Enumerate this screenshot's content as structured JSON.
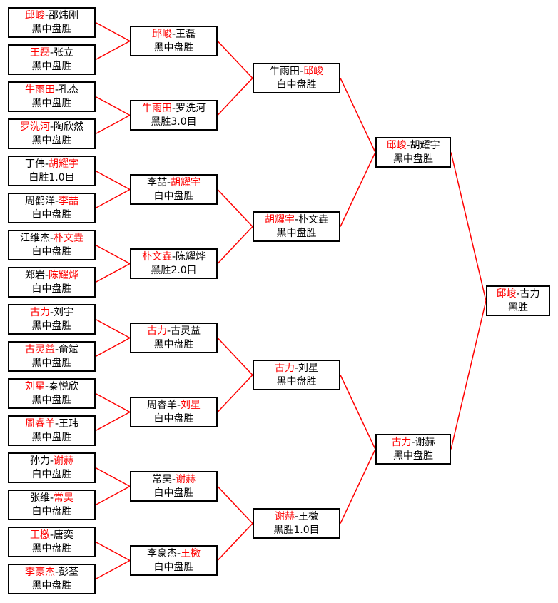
{
  "colors": {
    "winner": "#ff0000",
    "connector": "#ff0000",
    "text": "#000000",
    "border": "#000000"
  },
  "rounds": [
    [
      {
        "a": "邱峻",
        "b": "邵炜刚",
        "w": "a",
        "result": "黑中盘胜"
      },
      {
        "a": "王磊",
        "b": "张立",
        "w": "a",
        "result": "黑中盘胜"
      },
      {
        "a": "牛雨田",
        "b": "孔杰",
        "w": "a",
        "result": "黑中盘胜"
      },
      {
        "a": "罗洗河",
        "b": "陶欣然",
        "w": "a",
        "result": "黑中盘胜"
      },
      {
        "a": "丁伟",
        "b": "胡耀宇",
        "w": "b",
        "result": "白胜1.0目"
      },
      {
        "a": "周鹤洋",
        "b": "李喆",
        "w": "b",
        "result": "白中盘胜"
      },
      {
        "a": "江维杰",
        "b": "朴文垚",
        "w": "b",
        "result": "白中盘胜"
      },
      {
        "a": "郑岩",
        "b": "陈耀烨",
        "w": "b",
        "result": "白中盘胜"
      },
      {
        "a": "古力",
        "b": "刘宇",
        "w": "a",
        "result": "黑中盘胜"
      },
      {
        "a": "古灵益",
        "b": "俞斌",
        "w": "a",
        "result": "黑中盘胜"
      },
      {
        "a": "刘星",
        "b": "秦悦欣",
        "w": "a",
        "result": "黑中盘胜"
      },
      {
        "a": "周睿羊",
        "b": "王玮",
        "w": "a",
        "result": "黑中盘胜"
      },
      {
        "a": "孙力",
        "b": "谢赫",
        "w": "b",
        "result": "白中盘胜"
      },
      {
        "a": "张维",
        "b": "常昊",
        "w": "b",
        "result": "白中盘胜"
      },
      {
        "a": "王檄",
        "b": "唐奕",
        "w": "a",
        "result": "黑中盘胜"
      },
      {
        "a": "李豪杰",
        "b": "彭荃",
        "w": "a",
        "result": "黑中盘胜"
      }
    ],
    [
      {
        "a": "邱峻",
        "b": "王磊",
        "w": "a",
        "result": "黑中盘胜"
      },
      {
        "a": "牛雨田",
        "b": "罗洗河",
        "w": "a",
        "result": "黑胜3.0目"
      },
      {
        "a": "李喆",
        "b": "胡耀宇",
        "w": "b",
        "result": "白中盘胜"
      },
      {
        "a": "朴文垚",
        "b": "陈耀烨",
        "w": "a",
        "result": "黑胜2.0目"
      },
      {
        "a": "古力",
        "b": "古灵益",
        "w": "a",
        "result": "黑中盘胜"
      },
      {
        "a": "周睿羊",
        "b": "刘星",
        "w": "b",
        "result": "白中盘胜"
      },
      {
        "a": "常昊",
        "b": "谢赫",
        "w": "b",
        "result": "白中盘胜"
      },
      {
        "a": "李豪杰",
        "b": "王檄",
        "w": "b",
        "result": "白中盘胜"
      }
    ],
    [
      {
        "a": "牛雨田",
        "b": "邱峻",
        "w": "b",
        "result": "白中盘胜"
      },
      {
        "a": "胡耀宇",
        "b": "朴文垚",
        "w": "a",
        "result": "黑中盘胜"
      },
      {
        "a": "古力",
        "b": "刘星",
        "w": "a",
        "result": "黑中盘胜"
      },
      {
        "a": "谢赫",
        "b": "王檄",
        "w": "a",
        "result": "黑胜1.0目"
      }
    ],
    [
      {
        "a": "邱峻",
        "b": "胡耀宇",
        "w": "a",
        "result": "黑中盘胜"
      },
      {
        "a": "古力",
        "b": "谢赫",
        "w": "a",
        "result": "黑中盘胜"
      }
    ],
    [
      {
        "a": "邱峻",
        "b": "古力",
        "w": "a",
        "result": "黑胜"
      }
    ]
  ]
}
